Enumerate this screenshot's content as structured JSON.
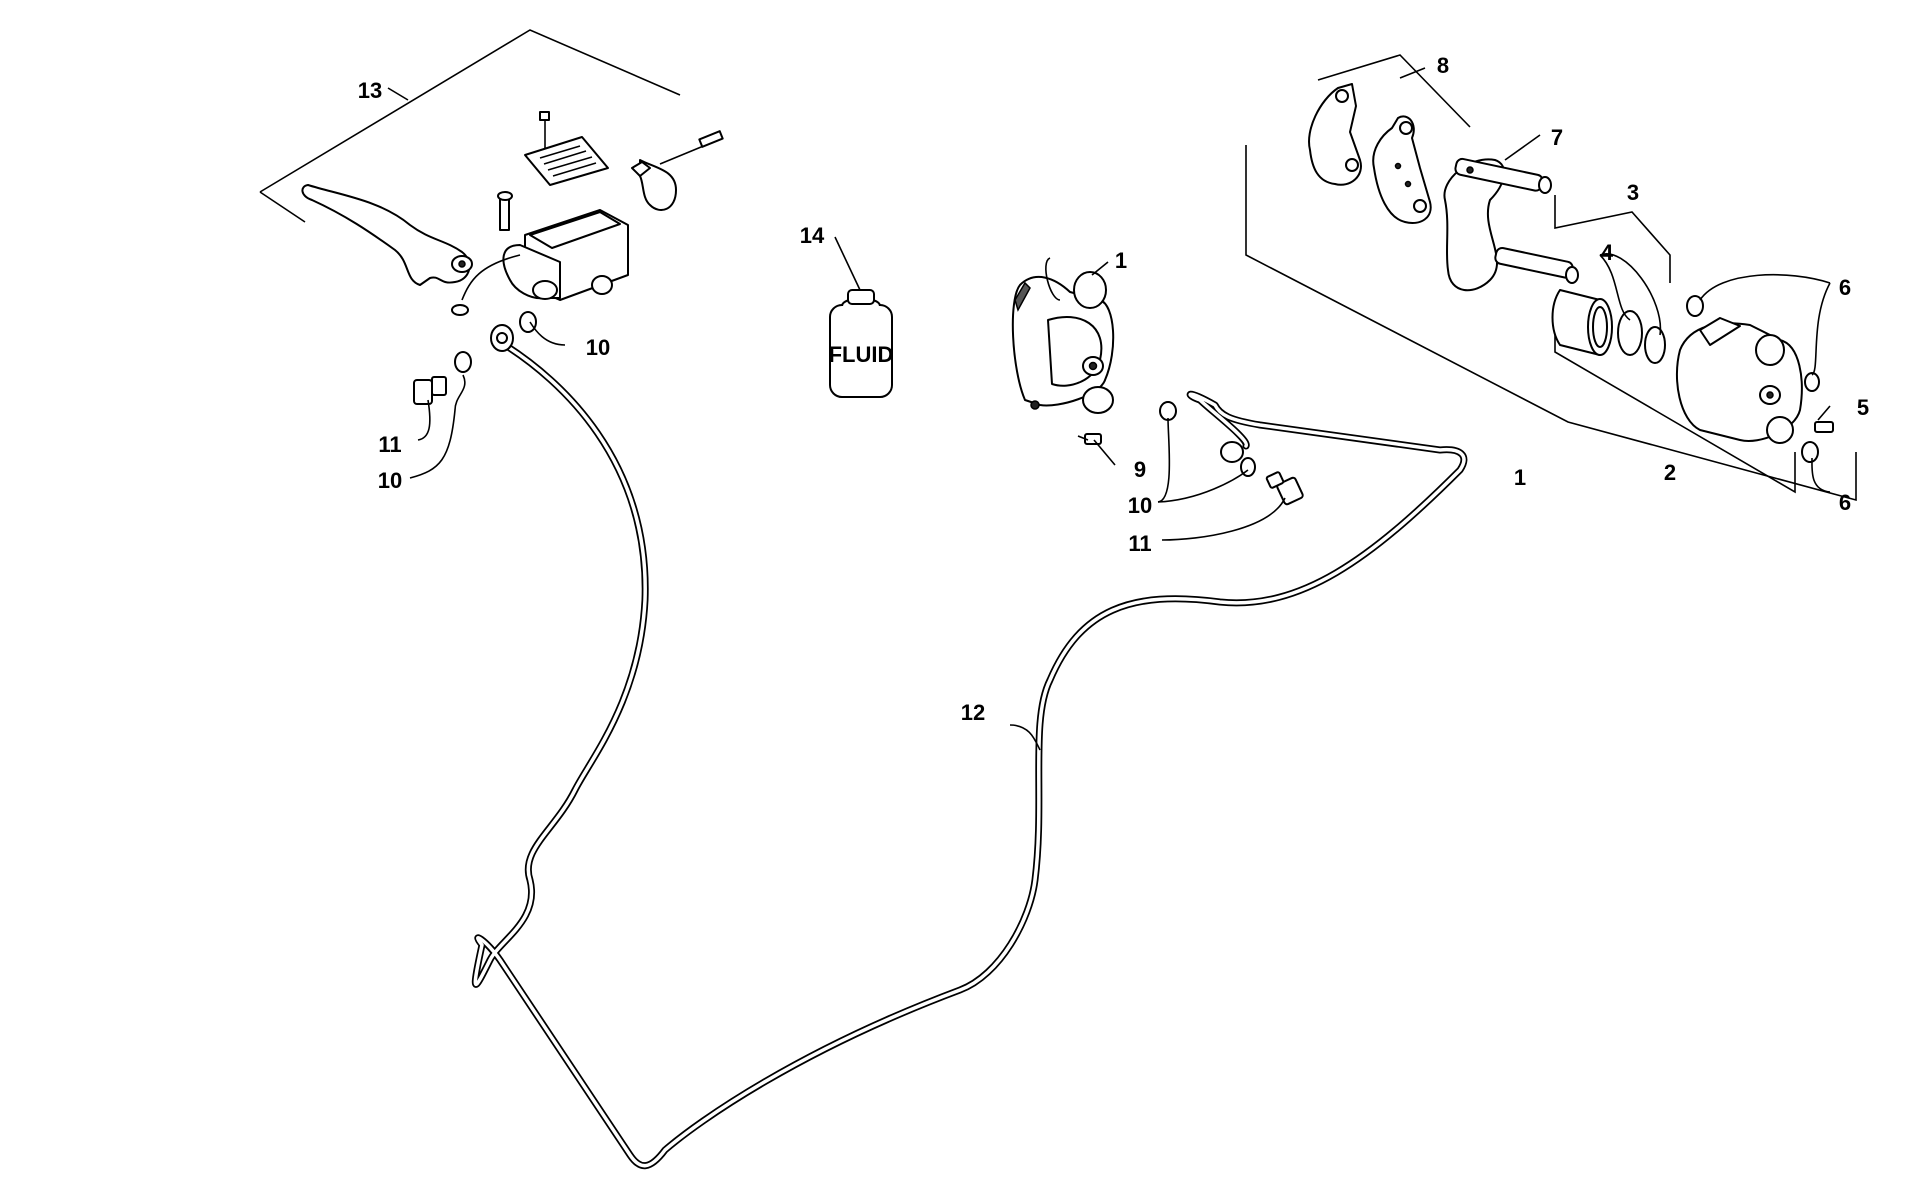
{
  "callouts": {
    "lever_assembly": "13",
    "fluid_bottle": "14",
    "caliper_left": "1",
    "caliper_right_group": "1",
    "pads": "8",
    "bracket": "7",
    "piston_group": "3",
    "seals": "4",
    "caliper_body": "2",
    "washers_top": "6",
    "washers_bottom": "6",
    "bleeder": "5",
    "caliper_screw": "9",
    "washers_caliper": "10",
    "banjo_caliper": "11",
    "washer_master": "10",
    "washer_master_lower": "10",
    "banjo_master": "11",
    "hose": "12"
  },
  "fluid_label": "FLUID"
}
